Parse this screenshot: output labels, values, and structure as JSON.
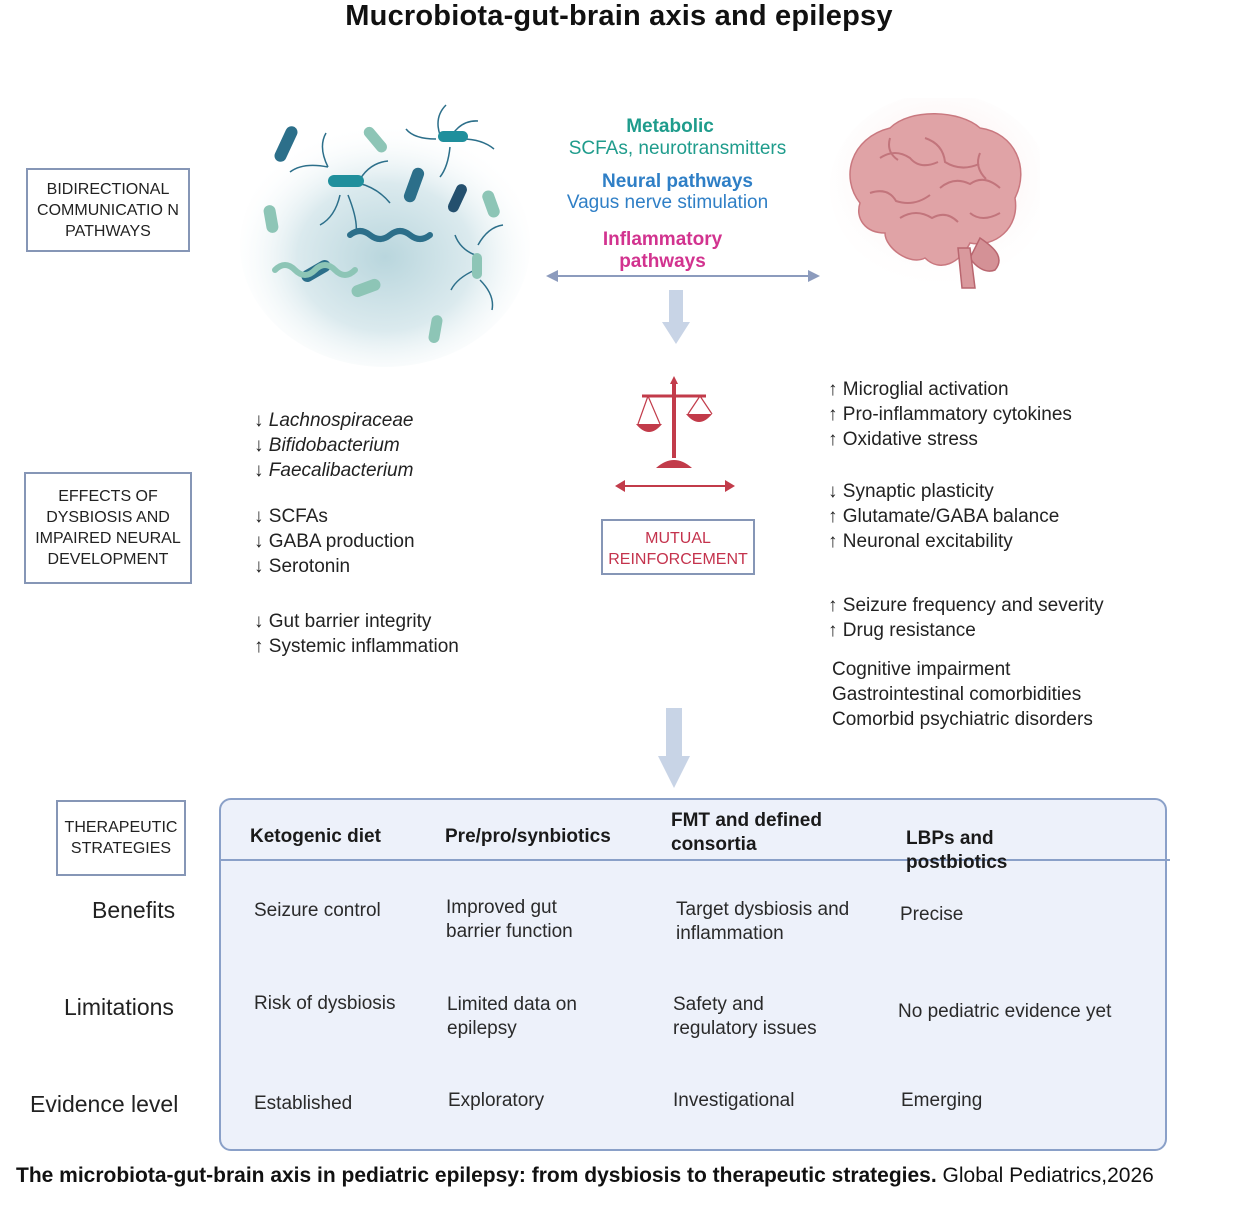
{
  "title": "Mucrobiota-gut-brain axis and epilepsy",
  "side_labels": {
    "bidirectional": "BIDIRECTIONAL COMMUNICATIO N PATHWAYS",
    "effects": "EFFECTS OF DYSBIOSIS AND IMPAIRED NEURAL DEVELOPMENT",
    "therapeutic": "THERAPEUTIC STRATEGIES"
  },
  "pathways": {
    "metabolic_title": "Metabolic",
    "metabolic_sub": "SCFAs, neurotransmitters",
    "neural_title": "Neural pathways",
    "neural_sub": "Vagus nerve stimulation",
    "inflammatory_title": "Inflammatory",
    "inflammatory_sub": "pathways"
  },
  "gut_effects": {
    "group1": [
      "↓ Lachnospiraceae",
      "↓ Bifidobacterium",
      "↓ Faecalibacterium"
    ],
    "group2": [
      "↓ SCFAs",
      "↓ GABA production",
      "↓ Serotonin"
    ],
    "group3": [
      "↓ Gut barrier integrity",
      "↑ Systemic inflammation"
    ]
  },
  "brain_effects": {
    "group1": [
      "↑ Microglial activation",
      "↑ Pro-inflammatory cytokines",
      "↑ Oxidative stress"
    ],
    "group2": [
      "↓ Synaptic plasticity",
      "↑ Glutamate/GABA balance",
      "↑ Neuronal excitability"
    ],
    "group3": [
      "↑ Seizure frequency and severity",
      "↑ Drug resistance"
    ],
    "group4": [
      "Cognitive impairment",
      "Gastrointestinal comorbidities",
      "Comorbid psychiatric disorders"
    ]
  },
  "mutual": "MUTUAL REINFORCEMENT",
  "therapy": {
    "columns": [
      "Ketogenic diet",
      "Pre/pro/synbiotics",
      "FMT and defined consortia",
      "LBPs and postbiotics"
    ],
    "rows": [
      {
        "label": "Benefits",
        "cells": [
          "Seizure control",
          "Improved gut barrier function",
          "Target dysbiosis and inflammation",
          "Precise"
        ]
      },
      {
        "label": "Limitations",
        "cells": [
          "Risk of dysbiosis",
          "Limited data on epilepsy",
          "Safety and regulatory issues",
          "No pediatric evidence yet"
        ]
      },
      {
        "label": "Evidence level",
        "cells": [
          "Established",
          "Exploratory",
          "Investigational",
          "Emerging"
        ]
      }
    ]
  },
  "caption": {
    "bold": "The microbiota-gut-brain axis in pediatric epilepsy: from dysbiosis to therapeutic strategies.",
    "normal": " Global Pediatrics,2026"
  },
  "colors": {
    "metabolic": "#1f9c8c",
    "neural": "#2f7fc6",
    "inflammatory": "#d2338f",
    "scale": "#c23b4a",
    "arrow": "#c8d4e6",
    "border": "#8696b6"
  },
  "icons": [
    "bacteria-illustration",
    "brain-illustration",
    "balance-scale-icon"
  ]
}
